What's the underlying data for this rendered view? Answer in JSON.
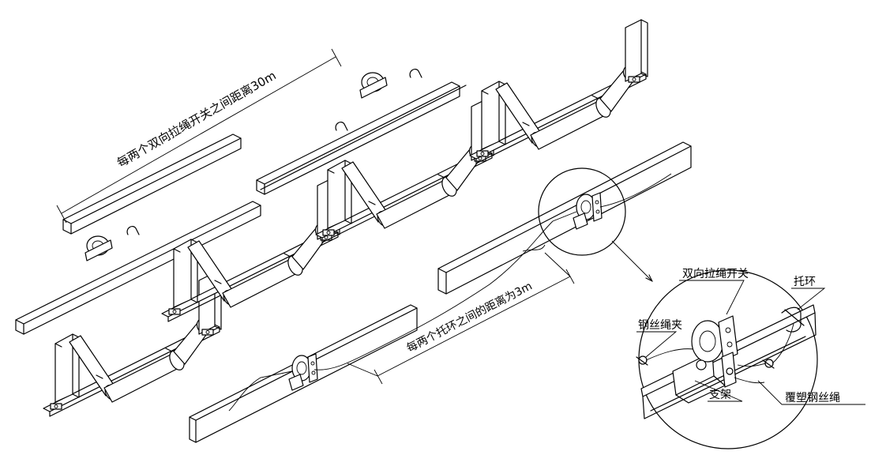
{
  "dimensions": {
    "switch_spacing": "每两个双向拉绳开关之间距离30m",
    "ring_spacing": "每两个托环之间的距离为3m"
  },
  "callouts": {
    "switch": "双向拉绳开关",
    "wire_clamp": "钢丝绳夹",
    "ring": "托环",
    "bracket": "支架",
    "coated_wire": "覆塑钢丝绳"
  }
}
